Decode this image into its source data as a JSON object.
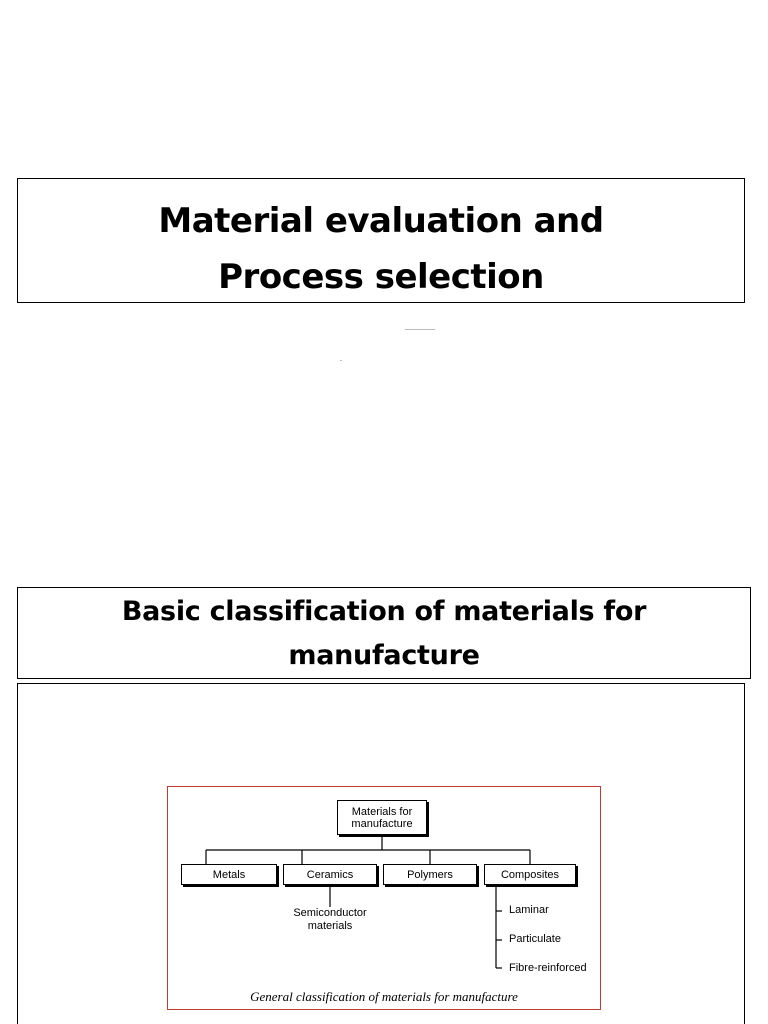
{
  "slide1": {
    "title_line1": "Material evaluation and",
    "title_line2": "Process selection"
  },
  "slide2": {
    "title_line1": "Basic classification of materials for",
    "title_line2": "manufacture"
  },
  "figure": {
    "root_line1": "Materials for",
    "root_line2": "manufacture",
    "categories": [
      "Metals",
      "Ceramics",
      "Polymers",
      "Composites"
    ],
    "ceramics_sub_line1": "Semiconductor",
    "ceramics_sub_line2": "materials",
    "composites_subs": [
      "Laminar",
      "Particulate",
      "Fibre-reinforced"
    ],
    "caption": "General classification of materials for manufacture"
  },
  "colors": {
    "figure_border": "#c0392b"
  }
}
